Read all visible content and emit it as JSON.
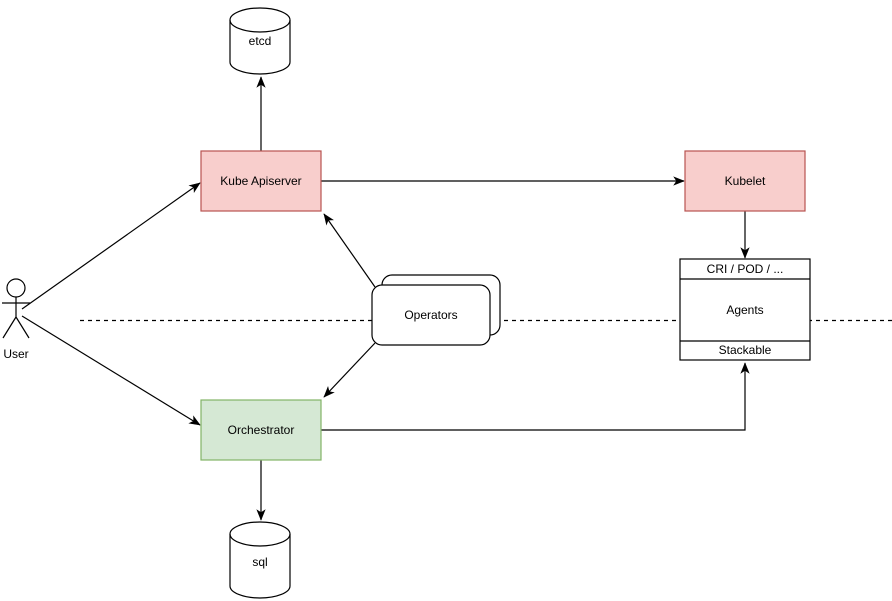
{
  "diagram": {
    "title": "kubernetes-orchestrator-architecture",
    "background": "#ffffff",
    "accent_colors": {
      "control_plane_fill": "#f8cecc",
      "control_plane_stroke": "#b85450",
      "orchestrator_fill": "#d5e8d4",
      "orchestrator_stroke": "#82b366",
      "line_color": "#000000",
      "shape_fill": "#ffffff"
    },
    "nodes": {
      "etcd": {
        "label": "etcd",
        "shape": "database-cylinder"
      },
      "kube_apiserver": {
        "label": "Kube Apiserver",
        "shape": "rectangle",
        "fill": "#f8cecc",
        "stroke": "#b85450"
      },
      "kubelet": {
        "label": "Kubelet",
        "shape": "rectangle",
        "fill": "#f8cecc",
        "stroke": "#b85450"
      },
      "operators": {
        "label": "Operators",
        "shape": "stacked-rounded-rectangles"
      },
      "agents_stack": {
        "header": "CRI / POD / ...",
        "body": "Agents",
        "footer": "Stackable",
        "shape": "partitioned-rectangle"
      },
      "orchestrator": {
        "label": "Orchestrator",
        "shape": "rectangle",
        "fill": "#d5e8d4",
        "stroke": "#82b366"
      },
      "sql": {
        "label": "sql",
        "shape": "database-cylinder"
      },
      "user": {
        "label": "User",
        "shape": "actor-stick-figure"
      }
    },
    "edges": [
      {
        "from": "user",
        "to": "kube_apiserver",
        "style": "solid-arrow"
      },
      {
        "from": "user",
        "to": "orchestrator",
        "style": "solid-arrow"
      },
      {
        "from": "kube_apiserver",
        "to": "etcd",
        "style": "solid-arrow"
      },
      {
        "from": "kube_apiserver",
        "to": "kubelet",
        "style": "solid-arrow"
      },
      {
        "from": "operators",
        "to": "kube_apiserver",
        "style": "solid-arrow"
      },
      {
        "from": "operators",
        "to": "orchestrator",
        "style": "solid-arrow"
      },
      {
        "from": "kubelet",
        "to": "agents_stack.header",
        "style": "solid-arrow"
      },
      {
        "from": "orchestrator",
        "to": "agents_stack.footer",
        "style": "solid-arrow-elbow"
      },
      {
        "from": "orchestrator",
        "to": "sql",
        "style": "solid-arrow"
      },
      {
        "from": "left-edge",
        "to": "right-edge",
        "style": "dashed-horizontal-separator"
      }
    ]
  }
}
